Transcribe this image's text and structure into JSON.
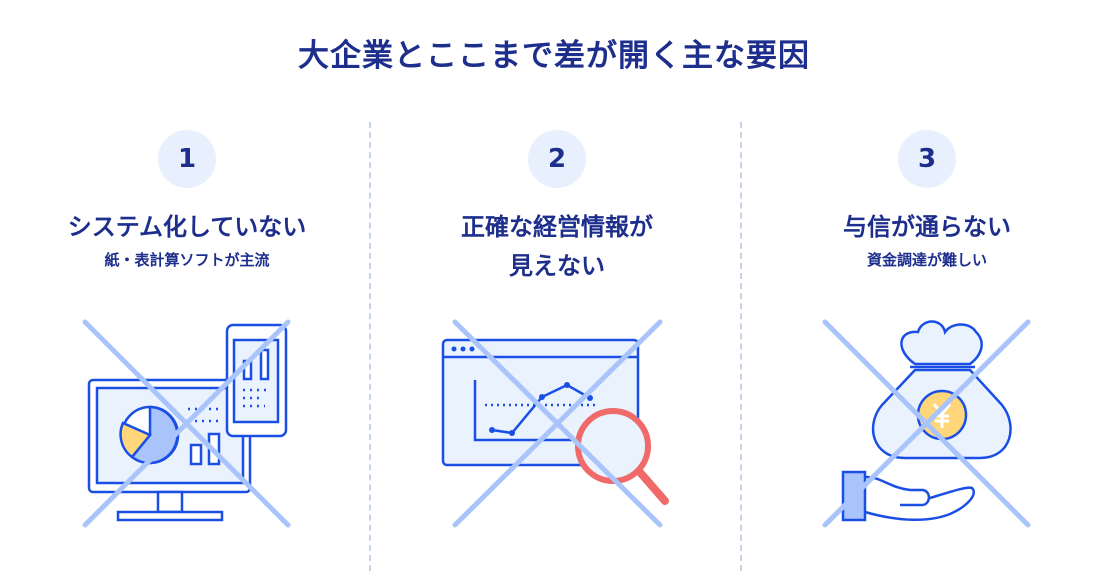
{
  "title": "大企業とここまで差が開く主な要因",
  "factors": [
    {
      "number": "1",
      "heading": "システム化していない",
      "sub": "紙・表計算ソフトが主流",
      "icon": "computer-and-phone-charts-icon"
    },
    {
      "number": "2",
      "heading_line1": "正確な経営情報が",
      "heading_line2": "見えない",
      "icon": "browser-chart-magnifier-icon"
    },
    {
      "number": "3",
      "heading": "与信が通らない",
      "sub": "資金調達が難しい",
      "icon": "money-bag-hand-icon"
    }
  ],
  "colors": {
    "title": "#1d2e8c",
    "icon_stroke": "#1a4fe6",
    "icon_fill": "#eaf2fe",
    "cross": "#a9c4fb",
    "accent_yellow": "#ffd67a",
    "magnifier": "#f06a6a"
  }
}
